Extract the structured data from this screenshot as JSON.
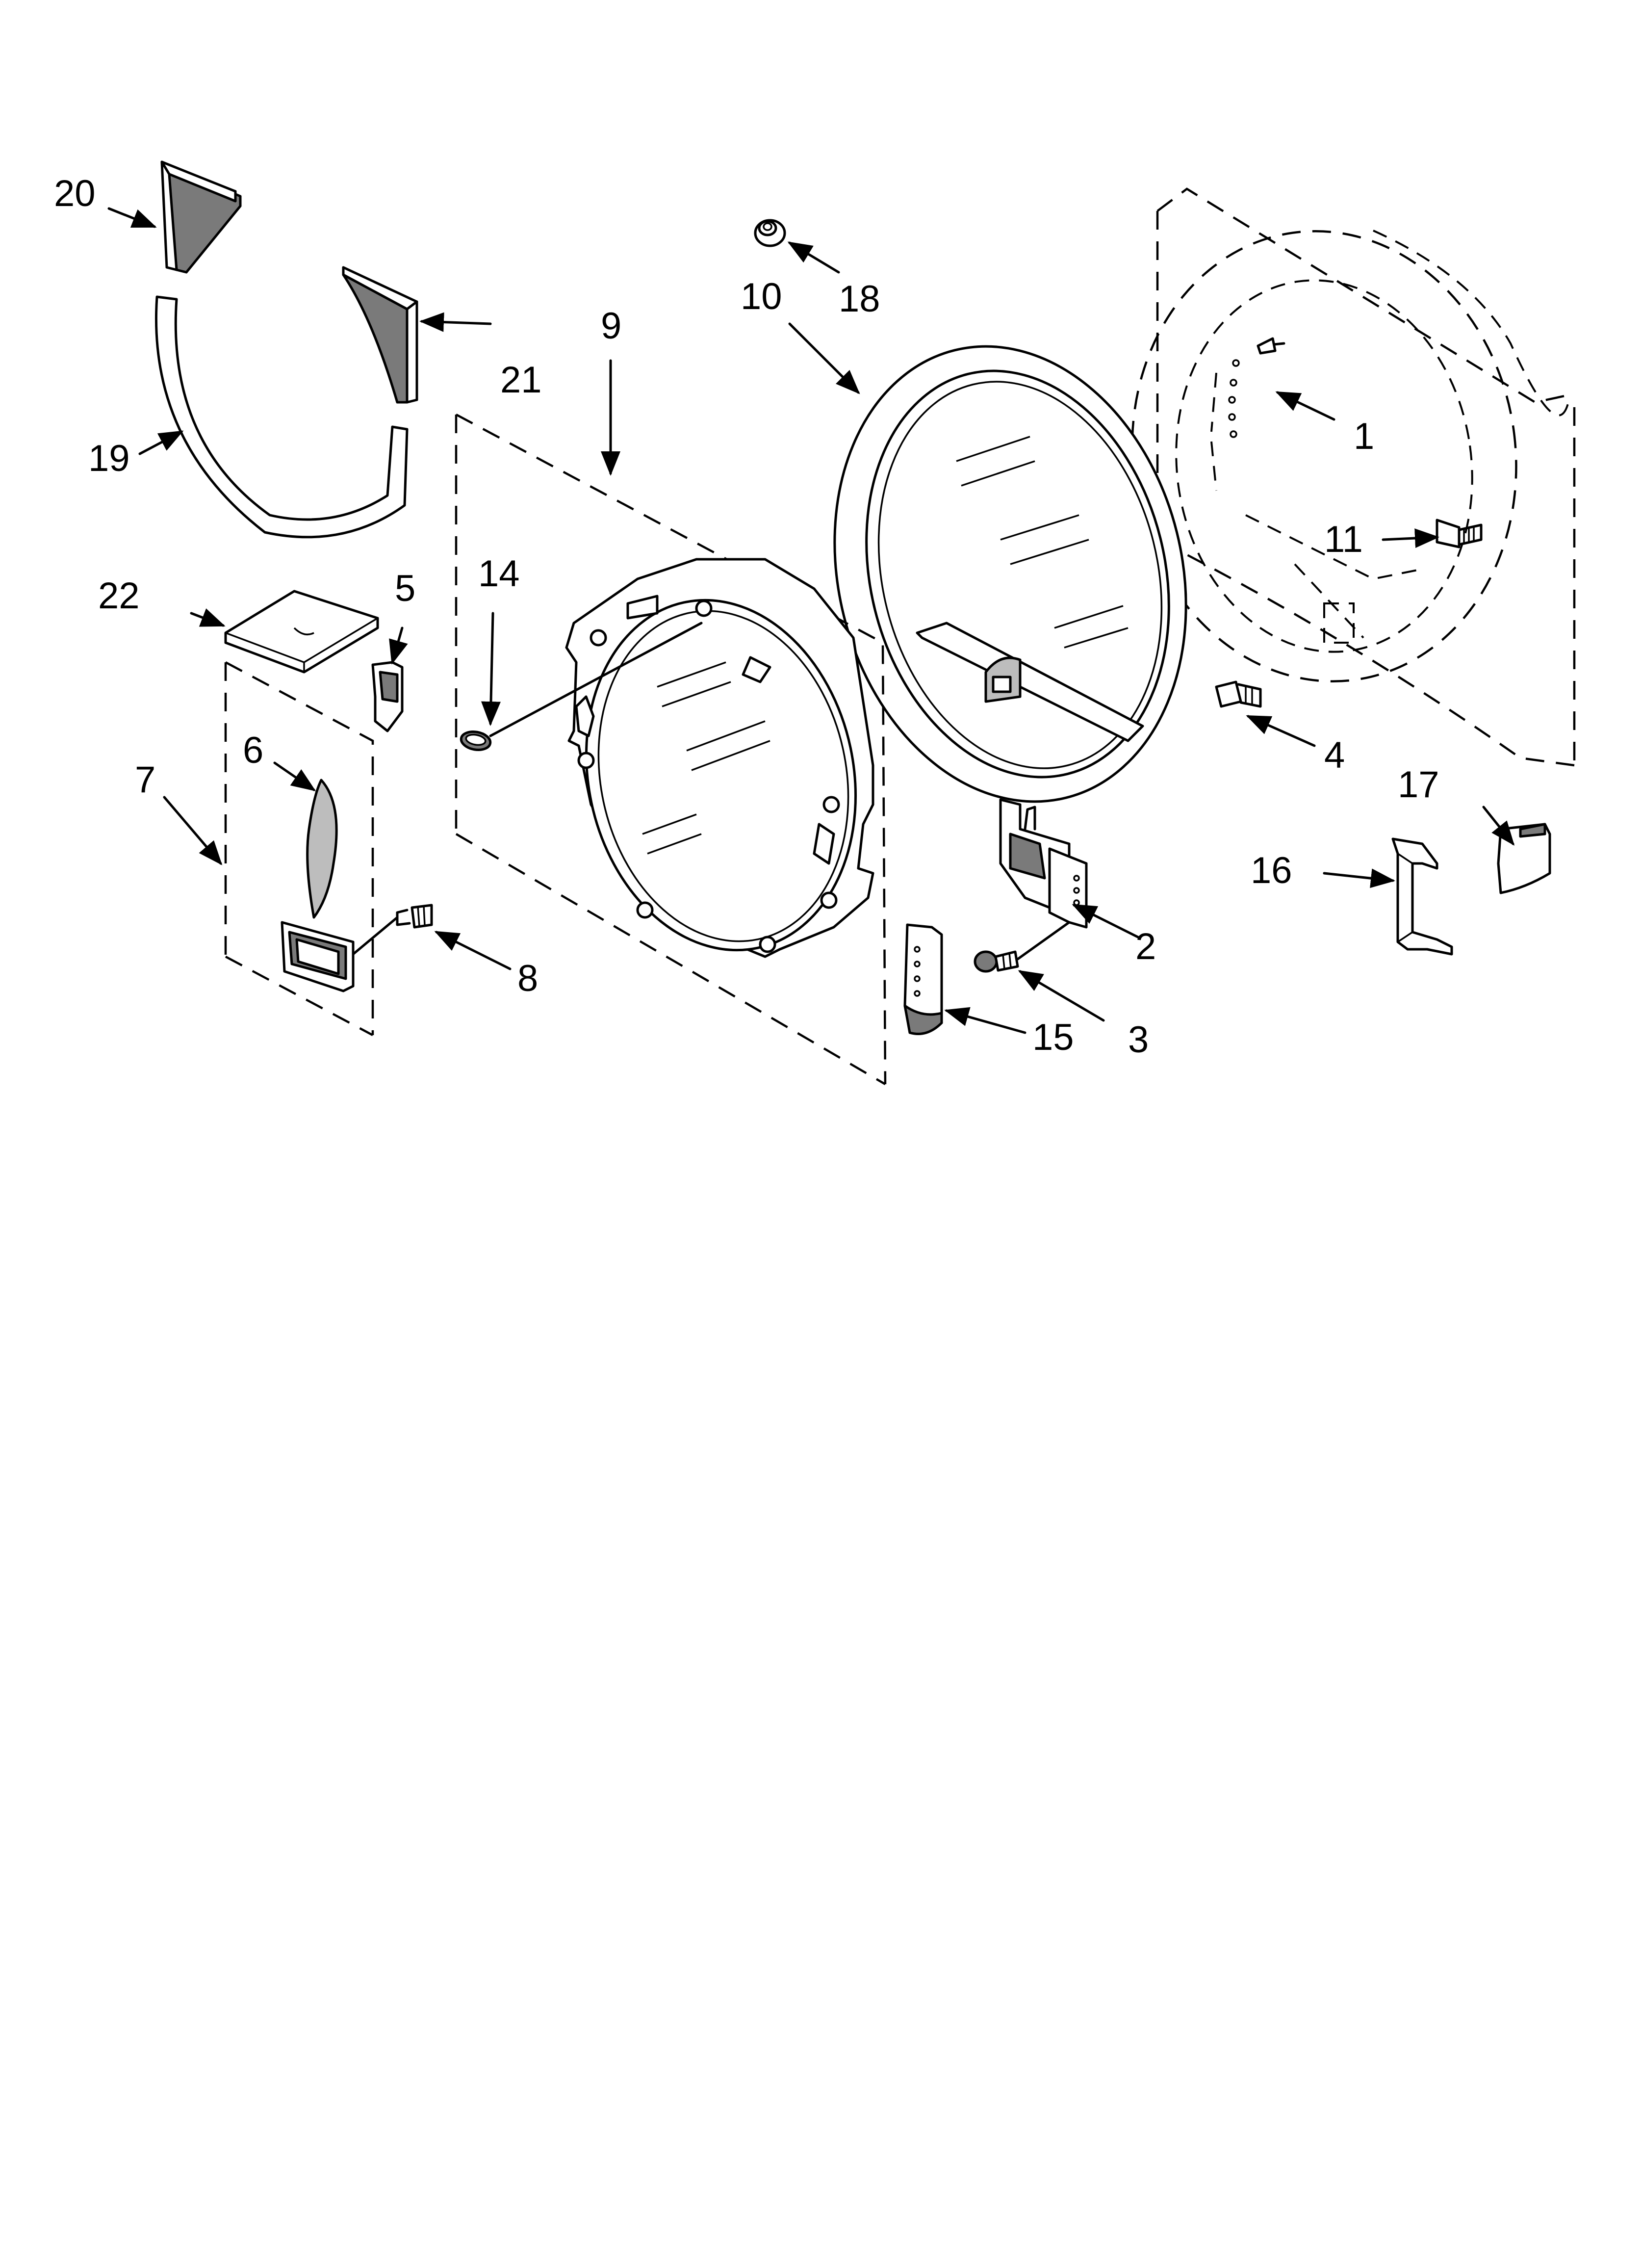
{
  "callouts": {
    "c1": "1",
    "c2": "2",
    "c3": "3",
    "c4": "4",
    "c5": "5",
    "c6": "6",
    "c7": "7",
    "c8": "8",
    "c9": "9",
    "c10": "10",
    "c11": "11",
    "c14": "14",
    "c15": "15",
    "c16": "16",
    "c17": "17",
    "c18": "18",
    "c19": "19",
    "c20": "20",
    "c21": "21",
    "c22": "22"
  },
  "colors": {
    "ink": "#000000",
    "background": "#ffffff",
    "shade": "#7a7a7a"
  }
}
